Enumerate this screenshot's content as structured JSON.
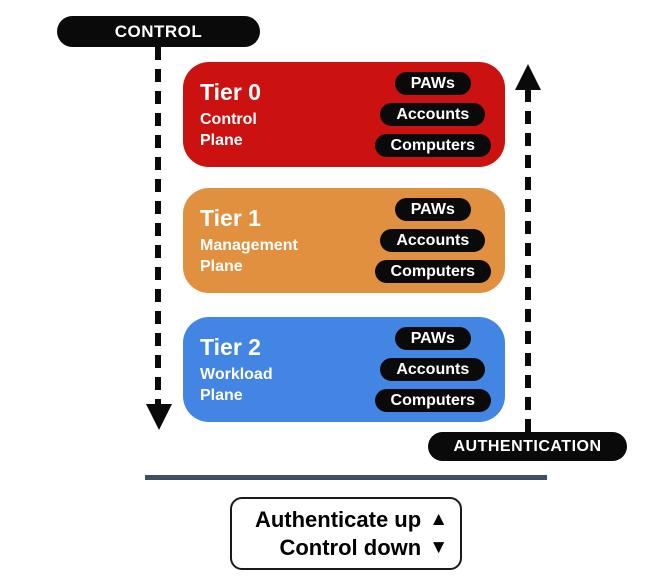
{
  "control_flow": {
    "label": "CONTROL",
    "direction_icon": "▼"
  },
  "auth_flow": {
    "label": "AUTHENTICATION",
    "direction_icon": "▲"
  },
  "tiers": [
    {
      "title": "Tier 0",
      "subtitle": [
        "Control",
        "Plane"
      ],
      "color": "#cc1111",
      "pills": [
        "PAWs",
        "Accounts",
        "Computers"
      ]
    },
    {
      "title": "Tier 1",
      "subtitle": [
        "Management",
        "Plane"
      ],
      "color": "#e0903f",
      "pills": [
        "PAWs",
        "Accounts",
        "Computers"
      ]
    },
    {
      "title": "Tier 2",
      "subtitle": [
        "Workload",
        "Plane"
      ],
      "color": "#4385e3",
      "pills": [
        "PAWs",
        "Accounts",
        "Computers"
      ]
    }
  ],
  "legend": {
    "line1_label": "Authenticate up",
    "line1_icon": "▲",
    "line2_label": "Control down",
    "line2_icon": "▼"
  },
  "colors": {
    "tier0": "#cc1111",
    "tier1": "#e0903f",
    "tier2": "#4385e3",
    "pill_black": "#0a0a0a",
    "divider": "#3f4e61",
    "text_on_tier": "#ffffff"
  }
}
